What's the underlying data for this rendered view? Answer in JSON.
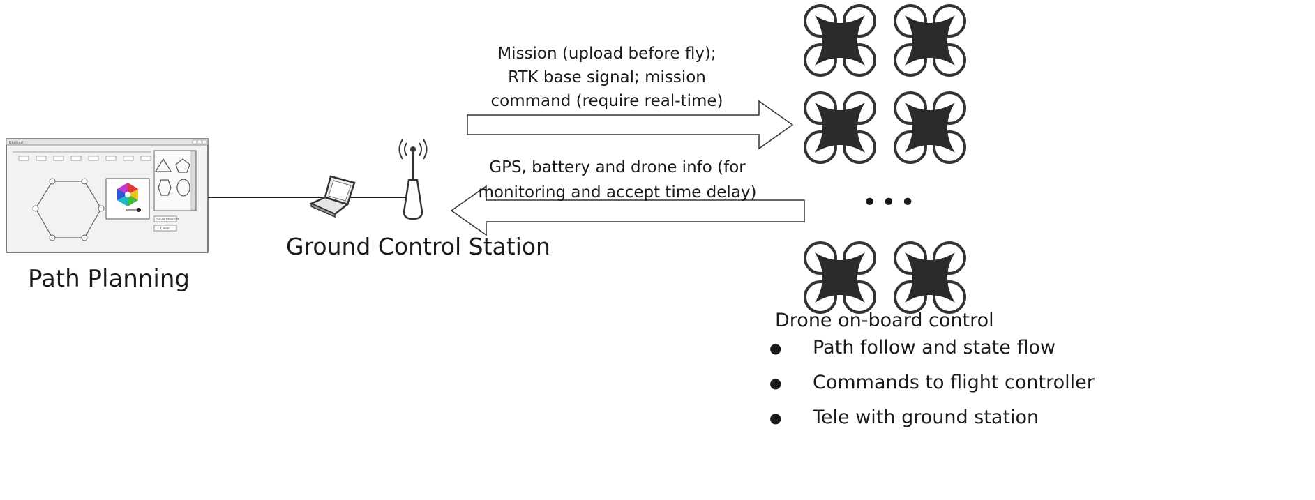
{
  "path_planning": {
    "label": "Path Planning",
    "window": {
      "title": "Untitled",
      "buttons": [
        "Save Mission",
        "Clear"
      ]
    }
  },
  "ground_station": {
    "label": "Ground Control Station"
  },
  "uplink": {
    "lines": [
      "Mission (upload before fly);",
      "RTK base signal; mission",
      "command (require real-time)"
    ]
  },
  "downlink": {
    "lines": [
      "GPS, battery and drone info (for",
      "monitoring and accept time delay)"
    ]
  },
  "drones": {
    "ellipsis": "•••",
    "title": "Drone on-board control",
    "items": [
      "Path follow and state flow",
      "Commands to flight controller",
      "Tele with ground station"
    ]
  },
  "colors": {
    "stroke": "#3a3a3a",
    "drone_body": "#2b2b2b",
    "text": "#1a1a1a"
  }
}
